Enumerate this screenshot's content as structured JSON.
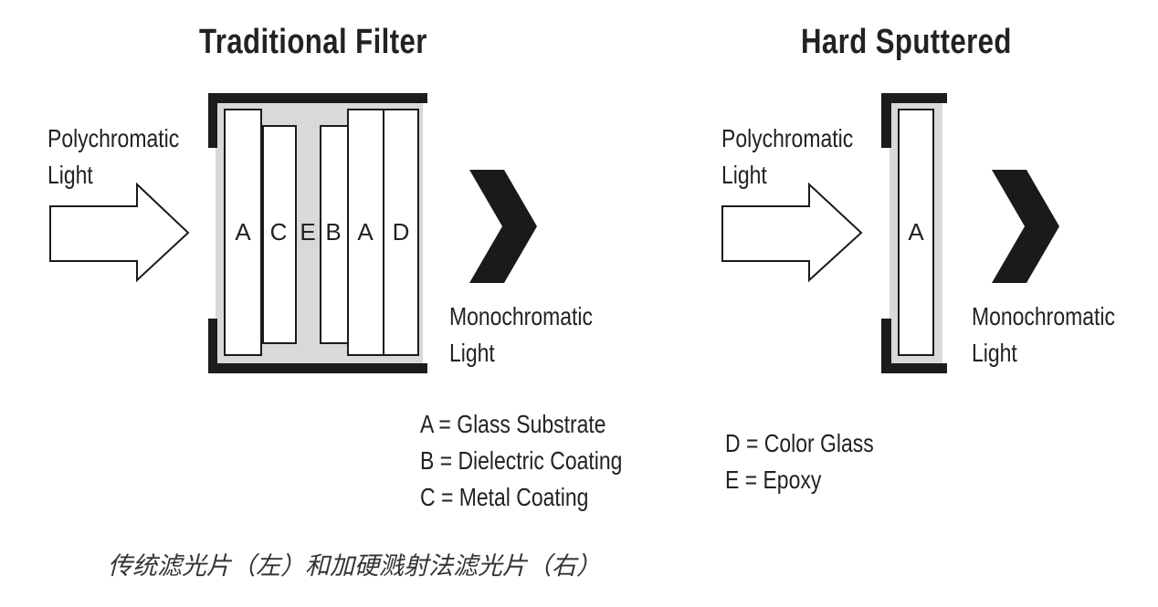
{
  "left": {
    "title": "Traditional Filter",
    "input_label": [
      "Polychromatic",
      "Light"
    ],
    "output_label": [
      "Monochromatic",
      "Light"
    ],
    "layers": [
      "A",
      "C",
      "E",
      "B",
      "A",
      "D"
    ]
  },
  "right": {
    "title": "Hard Sputtered",
    "input_label": [
      "Polychromatic",
      "Light"
    ],
    "output_label": [
      "Monochromatic",
      "Light"
    ],
    "layers": [
      "A"
    ]
  },
  "legend": {
    "col1": [
      "A = Glass Substrate",
      "B = Dielectric Coating",
      "C = Metal Coating"
    ],
    "col2": [
      "D = Color Glass",
      "E = Epoxy"
    ]
  },
  "caption": "传统滤光片（左）和加硬溅射法滤光片（右）",
  "colors": {
    "housing": "#1c1c1c",
    "fill": "#d9d9d9",
    "chevron": "#1a1a1a"
  }
}
